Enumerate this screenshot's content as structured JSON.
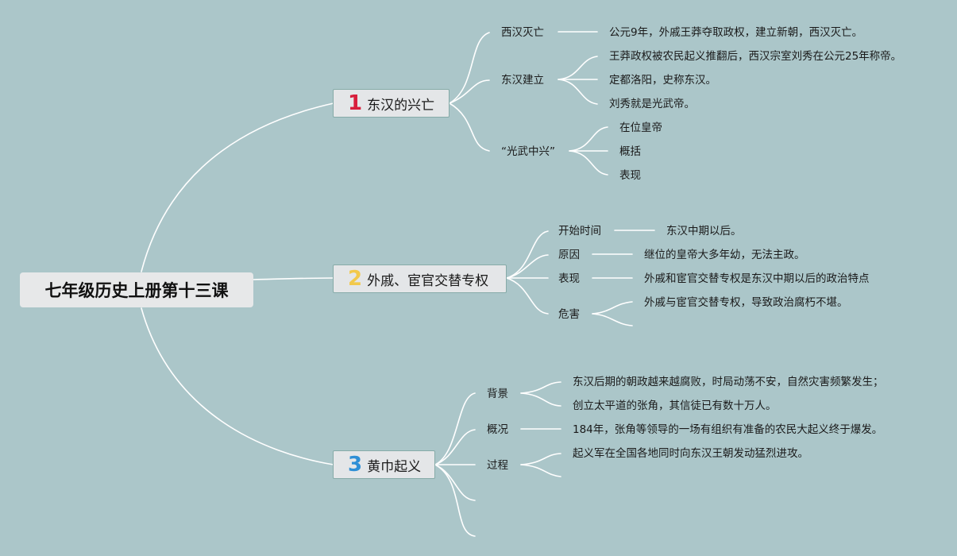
{
  "title": "七年级历史上册第十三课",
  "colors": {
    "background": "#abc6c9",
    "num1": "#d81e3c",
    "num2": "#f2c94c",
    "num3": "#2e8fd6",
    "node_border": "#86aba8"
  },
  "branches": [
    {
      "num": "1",
      "label": "东汉的兴亡",
      "items": [
        {
          "label": "西汉灭亡",
          "details": [
            "公元9年，外戚王莽夺取政权，建立新朝，西汉灭亡。"
          ]
        },
        {
          "label": "东汉建立",
          "details": [
            "王莽政权被农民起义推翻后，西汉宗室刘秀在公元25年称帝。",
            "定都洛阳，史称东汉。",
            "刘秀就是光武帝。"
          ]
        },
        {
          "label": "“光武中兴”",
          "details": [
            "在位皇帝",
            "概括",
            "表现"
          ]
        }
      ]
    },
    {
      "num": "2",
      "label": "外戚、宦官交替专权",
      "items": [
        {
          "label": "开始时间",
          "details": [
            "东汉中期以后。"
          ]
        },
        {
          "label": "原因",
          "details": [
            "继位的皇帝大多年幼，无法主政。"
          ]
        },
        {
          "label": "表现",
          "details": [
            "外戚和宦官交替专权是东汉中期以后的政治特点"
          ]
        },
        {
          "label": "危害",
          "details": [
            "外戚与宦官交替专权，导致政治腐朽不堪。"
          ]
        }
      ]
    },
    {
      "num": "3",
      "label": "黄巾起义",
      "items": [
        {
          "label": "背景",
          "details": [
            "东汉后期的朝政越来越腐败，时局动荡不安，自然灾害频繁发生；",
            "创立太平道的张角，其信徒已有数十万人。"
          ]
        },
        {
          "label": "概况",
          "details": [
            "184年，张角等领导的一场有组织有准备的农民大起义终于爆发。"
          ]
        },
        {
          "label": "过程",
          "details": [
            "起义军在全国各地同时向东汉王朝发动猛烈进攻。"
          ]
        }
      ]
    }
  ]
}
